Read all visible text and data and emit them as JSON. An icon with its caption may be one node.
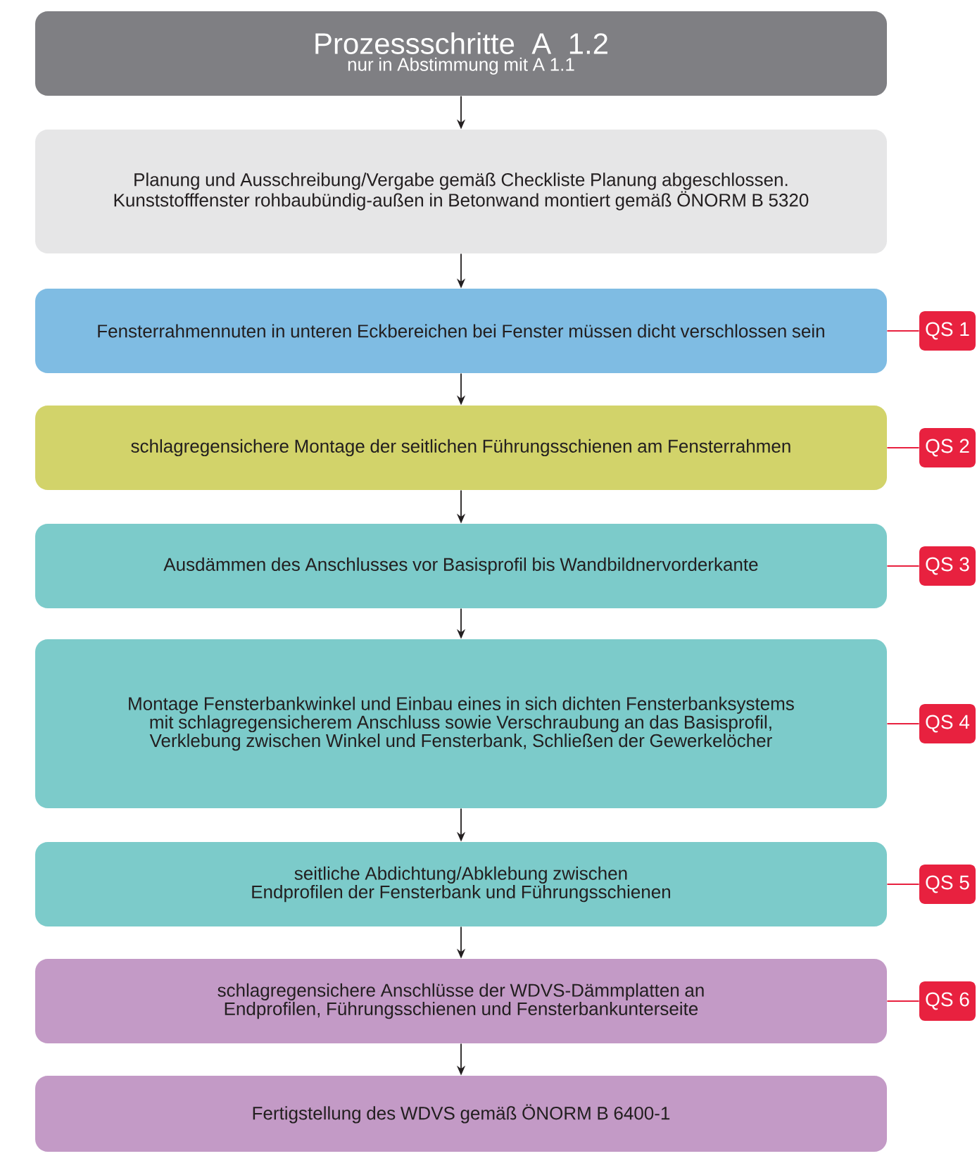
{
  "diagram": {
    "nodes": [
      {
        "text": [
          "Prozessschritte A 1.2",
          "nur in Abstimmung mit A 1.1"
        ]
      },
      {
        "text": [
          "Planung und Ausschreibung/Vergabe gemäß Checkliste Planung abgeschlossen. Kunststofffenster rohbaubündig-außen in Betonwand montiert gemäß ÖNORM B 5320"
        ]
      },
      {
        "text": [
          "Fensterrahmennuten in unteren Eckbereichen bei Fenster müssen dicht verschlossen sein"
        ]
      },
      {
        "text": [
          "schlagregensichere Montage der seitlichen Führungsschienen am Fensterrahmen"
        ]
      },
      {
        "text": [
          "Ausdämmen des Anschlusses vor Basisprofil bis Wandbildnervorderkante"
        ]
      },
      {
        "text": [
          "Montage Fensterbankwinkel und Einbau eines in sich dichten Fensterbanksystems mit schlagregensicherem Anschluss sowie Verschraubung an das Basisprofil, Verklebung zwischen Winkel und Fensterbank, Schließen der Gewerkelöcher"
        ]
      },
      {
        "text": [
          "seitliche Abdichtung/Abklebung zwischen Endprofilen der Fensterbank und Führungsschienen"
        ]
      },
      {
        "text": [
          "schlagregensichere Anschlüsse der WDVS-Dämmplatten an Endprofilen, Führungsschienen und Fensterbankunterseite"
        ]
      },
      {
        "text": [
          "Fertigstellung des WDVS gemäß ÖNORM B 6400-1"
        ]
      },
      {
        "text": [
          "QS 1"
        ]
      },
      {
        "text": [
          "QS 2"
        ]
      },
      {
        "text": [
          "QS 3"
        ]
      },
      {
        "text": [
          "QS 4"
        ]
      },
      {
        "text": [
          "QS 5"
        ]
      },
      {
        "text": [
          "QS 6"
        ]
      }
    ],
    "edges": [
      {
        "from": 0,
        "to": 1,
        "arrow": "to"
      },
      {
        "from": 1,
        "to": 2,
        "arrow": "to"
      },
      {
        "from": 2,
        "to": 3,
        "arrow": "to"
      },
      {
        "from": 3,
        "to": 4,
        "arrow": "to"
      },
      {
        "from": 4,
        "to": 5,
        "arrow": "to"
      },
      {
        "from": 5,
        "to": 6,
        "arrow": "to"
      },
      {
        "from": 6,
        "to": 7,
        "arrow": "to"
      },
      {
        "from": 7,
        "to": 8,
        "arrow": "to"
      },
      {
        "from": 2,
        "to": 9,
        "arrow": "none",
        "color": "#e8213f"
      },
      {
        "from": 3,
        "to": 10,
        "arrow": "none",
        "color": "#e8213f"
      },
      {
        "from": 4,
        "to": 11,
        "arrow": "none",
        "color": "#e8213f"
      },
      {
        "from": 5,
        "to": 12,
        "arrow": "none",
        "color": "#e8213f"
      },
      {
        "from": 6,
        "to": 13,
        "arrow": "none",
        "color": "#e8213f"
      },
      {
        "from": 7,
        "to": 14,
        "arrow": "none",
        "color": "#e8213f"
      }
    ]
  }
}
